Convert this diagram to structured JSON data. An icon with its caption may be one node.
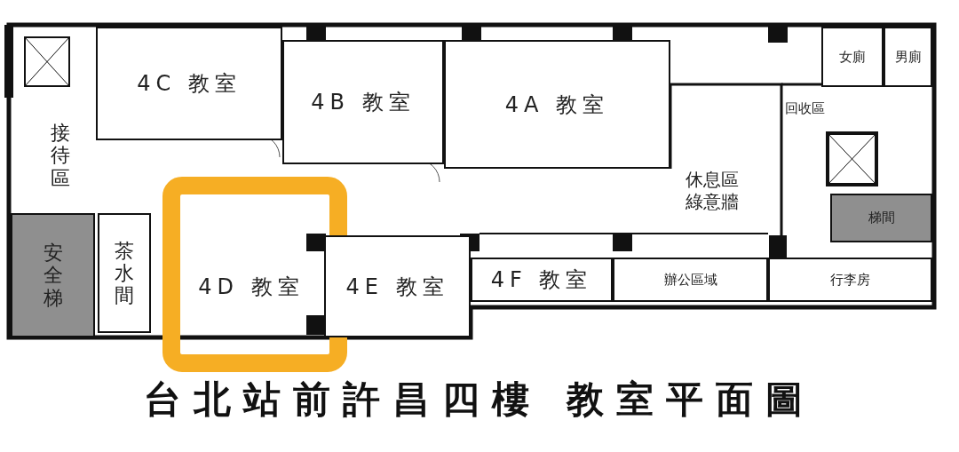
{
  "diagram": {
    "title": "台北站前許昌四樓 教室平面圖",
    "nodes": [
      {
        "text": [
          "4C 教室"
        ]
      },
      {
        "text": [
          "4B 教室"
        ]
      },
      {
        "text": [
          "4A 教室"
        ]
      },
      {
        "text": [
          "女廁"
        ]
      },
      {
        "text": [
          "男廁"
        ]
      },
      {
        "text": [
          "回收區"
        ]
      },
      {
        "text": [
          "接待區"
        ]
      },
      {
        "text": [
          "梯間"
        ]
      },
      {
        "text": [
          "安全梯"
        ]
      },
      {
        "text": [
          "茶水間"
        ]
      },
      {
        "text": [
          "4D 教室"
        ]
      },
      {
        "text": [
          "4E 教室"
        ]
      },
      {
        "text": [
          "4F 教室"
        ]
      },
      {
        "text": [
          "辦公區域"
        ]
      },
      {
        "text": [
          "行李房"
        ]
      }
    ],
    "labels": [
      "休息區綠意牆"
    ]
  }
}
